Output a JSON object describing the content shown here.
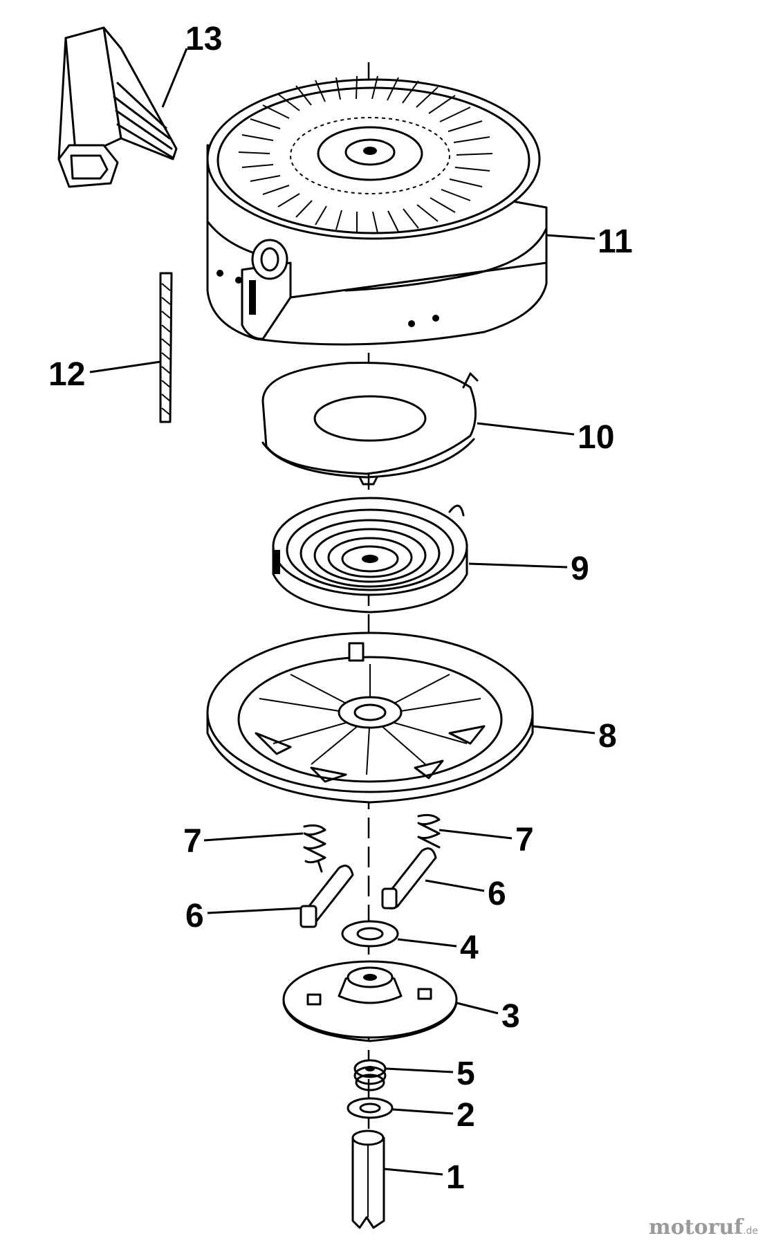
{
  "diagram": {
    "parts": [
      {
        "id": "p1",
        "label": "1"
      },
      {
        "id": "p2",
        "label": "2"
      },
      {
        "id": "p3",
        "label": "3"
      },
      {
        "id": "p4",
        "label": "4"
      },
      {
        "id": "p5",
        "label": "5"
      },
      {
        "id": "p6a",
        "label": "6"
      },
      {
        "id": "p6b",
        "label": "6"
      },
      {
        "id": "p7a",
        "label": "7"
      },
      {
        "id": "p7b",
        "label": "7"
      },
      {
        "id": "p8",
        "label": "8"
      },
      {
        "id": "p9",
        "label": "9"
      },
      {
        "id": "p10",
        "label": "10"
      },
      {
        "id": "p11",
        "label": "11"
      },
      {
        "id": "p12",
        "label": "12"
      },
      {
        "id": "p13",
        "label": "13"
      }
    ]
  },
  "watermark": {
    "brand": "motoruf",
    "tld": ".de"
  }
}
